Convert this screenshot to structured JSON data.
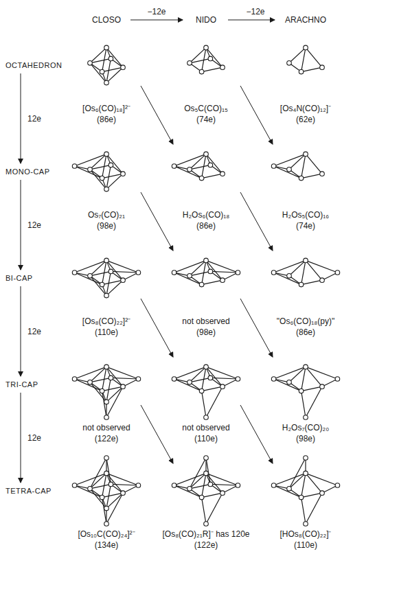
{
  "diagram": {
    "labels": [
      "CLOSO",
      "−12e",
      "NIDO",
      "−12e",
      "ARACHNO",
      "OCTAHEDRON",
      "12e",
      "MONO-CAP",
      "12e",
      "BI-CAP",
      "12e",
      "TRI-CAP",
      "12e",
      "TETRA-CAP",
      "[Os₆(CO)₁₈]²⁻",
      "(86e)",
      "Os₅C(CO)₁₅",
      "(74e)",
      "[Os₄N(CO)₁₂]⁻",
      "(62e)",
      "Os₇(CO)₂₁",
      "(98e)",
      "H₂Os₆(CO)₁₈",
      "(86e)",
      "H₂Os₅(CO)₁₆",
      "(74e)",
      "[Os₈(CO)₂₂]²⁻",
      "(110e)",
      "not observed",
      "(98e)",
      "\"Os₆(CO)₁₈(py)\"",
      "(86e)",
      "not observed",
      "(122e)",
      "not observed",
      "(110e)",
      "H₂Os₇(CO)₂₀",
      "(98e)",
      "[Os₁₀C(CO)₂₄]²⁻",
      "(134e)",
      "[Os₈(CO)₂₁R]⁻ has 120e",
      "(122e)",
      "[HOs₈(CO)₂₂]⁻",
      "(110e)"
    ]
  }
}
